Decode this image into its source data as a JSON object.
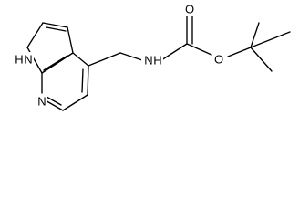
{
  "diagram": {
    "atom_labels": {
      "ring_nh": "H",
      "ring_n": "N",
      "pyridine_n": "N",
      "amide_n": "N",
      "amide_h": "H",
      "carbonyl_o": "O",
      "ester_o": "O"
    }
  }
}
